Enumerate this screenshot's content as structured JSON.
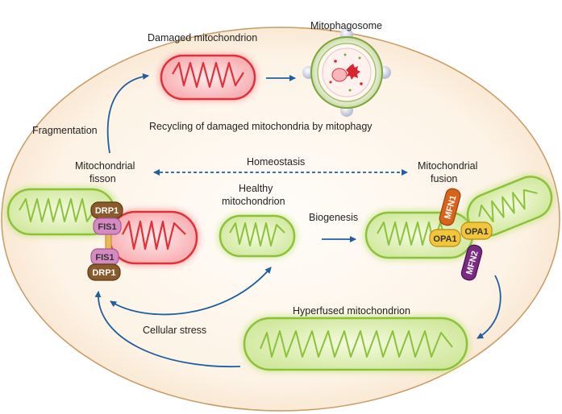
{
  "labels": {
    "damaged": "Damaged mitochondrion",
    "mitophagosome": "Mitophagosome",
    "fragmentation": "Fragmentation",
    "recycling": "Recycling of damaged mitochondria by mitophagy",
    "fission_1": "Mitochondrial",
    "fission_2": "fisson",
    "homeostasis": "Homeostasis",
    "fusion_1": "Mitochondrial",
    "fusion_2": "fusion",
    "healthy_1": "Healthy",
    "healthy_2": "mitochondrion",
    "biogenesis": "Biogenesis",
    "hyperfused": "Hyperfused mitochondrion",
    "stress": "Cellular stress"
  },
  "proteins": {
    "drp1_top": "DRP1",
    "fis1_top": "FIS1",
    "fis1_bottom": "FIS1",
    "drp1_bottom": "DRP1",
    "mfn1": "MFN1",
    "opa1_left": "OPA1",
    "opa1_right": "OPA1",
    "mfn2": "MFN2"
  },
  "colors": {
    "healthy": "#9ccc4a",
    "damaged": "#e0303a",
    "arrow": "#1f5fa0",
    "drp1": "#8a5a2a",
    "fis1": "#d58ac4",
    "opa1": "#f2c63a",
    "mfn1": "#d8641c",
    "mfn2": "#7a2a80",
    "cell_border": "#c99a62"
  }
}
